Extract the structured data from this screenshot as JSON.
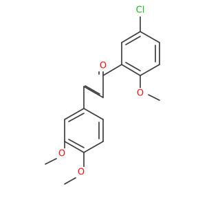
{
  "molecule": {
    "atoms": {
      "chlorine": {
        "symbol": "Cl"
      },
      "carbonyl_oxygen": {
        "symbol": "O"
      },
      "methoxy_oxygen_ring_a": {
        "symbol": "O"
      },
      "methoxy_oxygen_ring_b_3": {
        "symbol": "O"
      },
      "methoxy_oxygen_ring_b_4": {
        "symbol": "O"
      }
    },
    "colors": {
      "bond": "#3d3d3d",
      "oxygen": "#ff0d0d",
      "chlorine": "#1fb31f"
    }
  }
}
